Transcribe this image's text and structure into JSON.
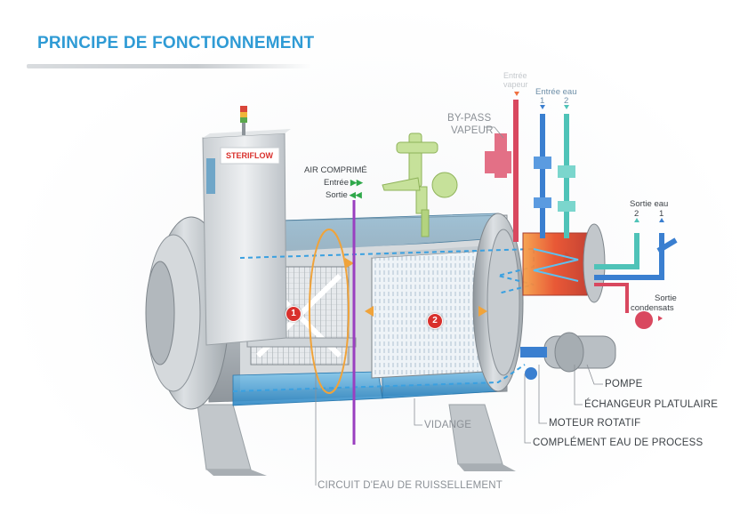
{
  "title": "PRINCIPE DE FONCTIONNEMENT",
  "brand": "STERIFLOW",
  "labels": {
    "air_comprime": "AIR COMPRIMÉ",
    "entree": "Entrée",
    "sortie": "Sortie",
    "bypass_line1": "BY-PASS",
    "bypass_line2": "VAPEUR",
    "entree_vapeur_line1": "Entrée",
    "entree_vapeur_line2": "vapeur",
    "entree_eau": "Entrée eau",
    "entree_eau_1": "1",
    "entree_eau_2": "2",
    "sortie_eau": "Sortie eau",
    "sortie_eau_2": "2",
    "sortie_eau_1": "1",
    "sortie_condensats_line1": "Sortie",
    "sortie_condensats_line2": "condensats",
    "pompe": "POMPE",
    "echangeur": "ÉCHANGEUR PLATULAIRE",
    "moteur": "MOTEUR ROTATIF",
    "complement": "COMPLÉMENT EAU DE PROCESS",
    "vidange": "VIDANGE",
    "circuit": "CIRCUIT D'EAU DE RUISSELLEMENT"
  },
  "badges": [
    "1",
    "2"
  ],
  "arrow_glyph": "▶▶",
  "arrow_glyph_left": "◀◀",
  "colors": {
    "title": "#2f9bd5",
    "steam": "#d9485f",
    "water1": "#3a7fd0",
    "water2": "#4fc3b8",
    "air": "#9a3fc0",
    "compressed_air_unit": "#b8d88a",
    "flow_path": "#3aa0e0",
    "heat": "#e8512c",
    "badge": "#d9302c"
  },
  "icons": [
    "arrow-down-icon",
    "arrow-up-icon",
    "double-arrow-right-icon",
    "double-arrow-left-icon"
  ]
}
